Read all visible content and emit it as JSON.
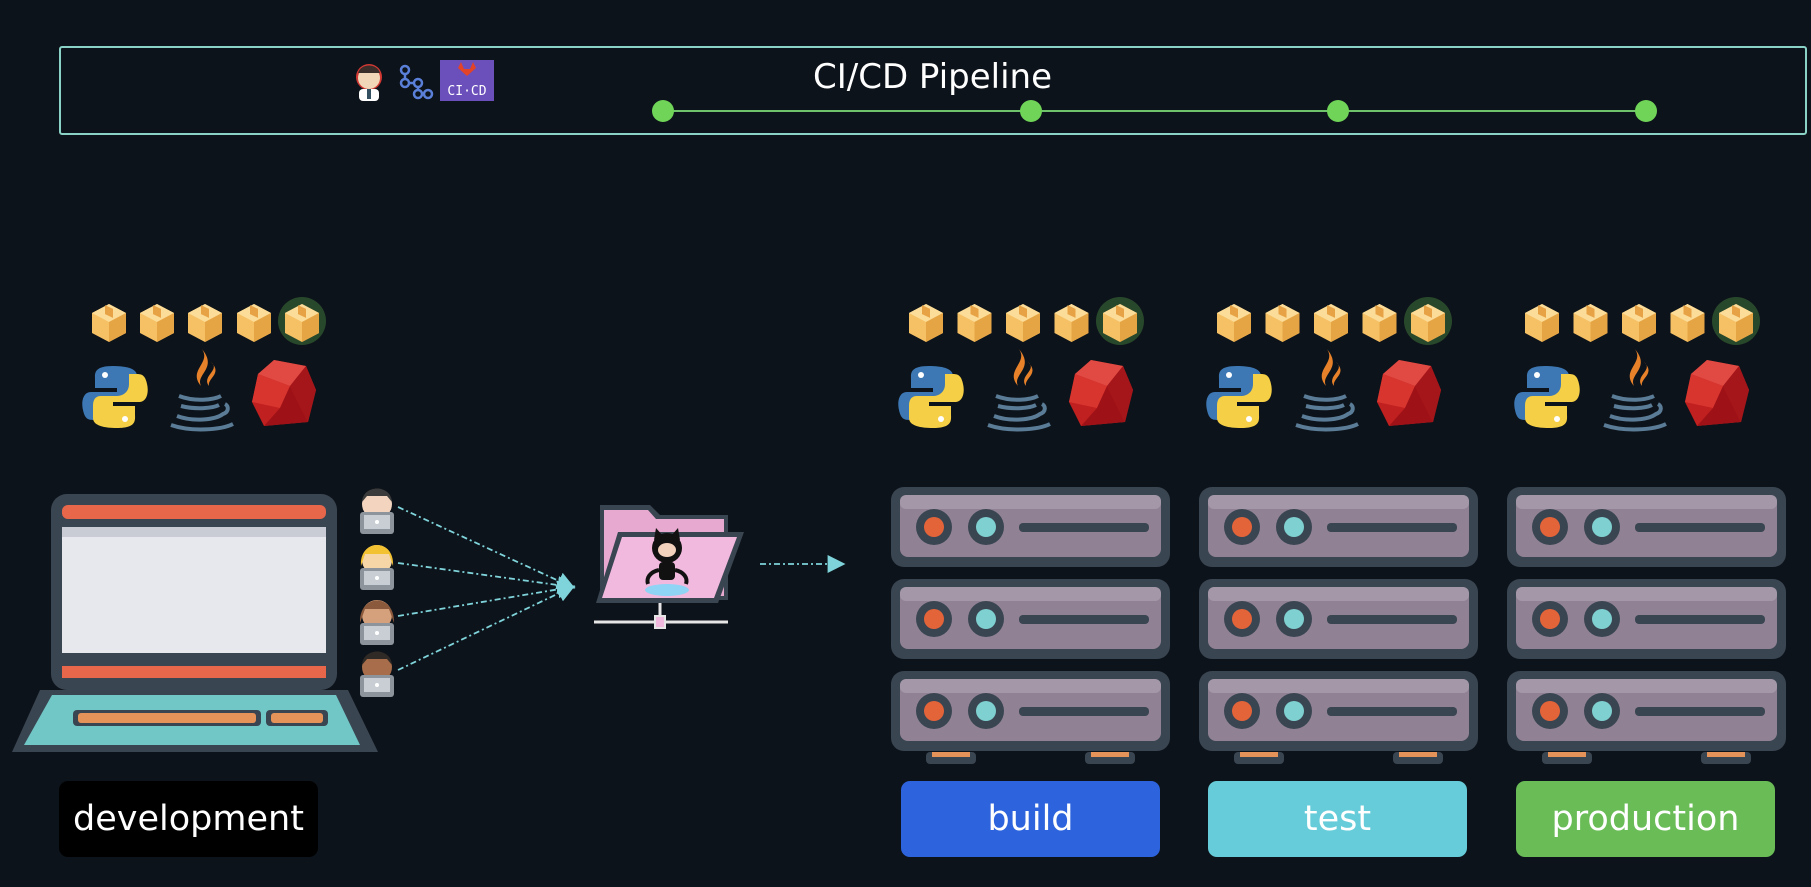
{
  "pipeline": {
    "title": "CI/CD Pipeline",
    "tool_icons": [
      "jenkins-icon",
      "gitlab-graph-icon",
      "gitlab-ci-cd-icon"
    ],
    "tool_badge_text": "CI·CD",
    "stages_count": 4,
    "line_color": "#6fc36a",
    "node_color": "#6fd458"
  },
  "development": {
    "label": "development",
    "languages": [
      "python-icon",
      "java-icon",
      "ruby-icon"
    ],
    "packages": 5,
    "developers": 4
  },
  "repository": {
    "icon": "github-folder-icon"
  },
  "environments": [
    {
      "key": "build",
      "label": "build",
      "color": "#2d64dd"
    },
    {
      "key": "test",
      "label": "test",
      "color": "#67ccd9"
    },
    {
      "key": "production",
      "label": "production",
      "color": "#6abc57"
    }
  ],
  "colors": {
    "background": "#0d131a",
    "box_border": "#8ad1c6",
    "arrow": "#7fd3da",
    "server_body": "#908294",
    "server_frame": "#3a4552"
  }
}
